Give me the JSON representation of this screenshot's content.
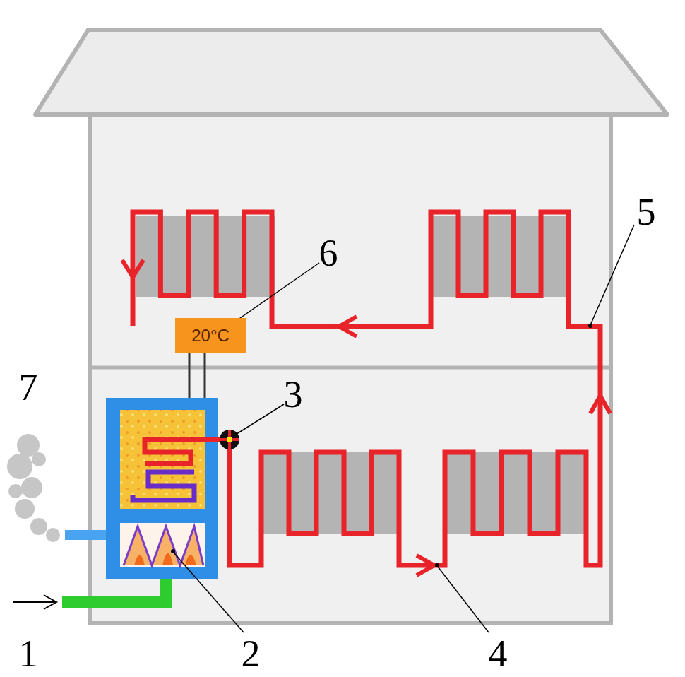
{
  "diagram": {
    "nodes": [
      {
        "text": [
          "20°C"
        ]
      }
    ],
    "labels": [
      "1",
      "2",
      "3",
      "4",
      "5",
      "6",
      "7"
    ]
  }
}
